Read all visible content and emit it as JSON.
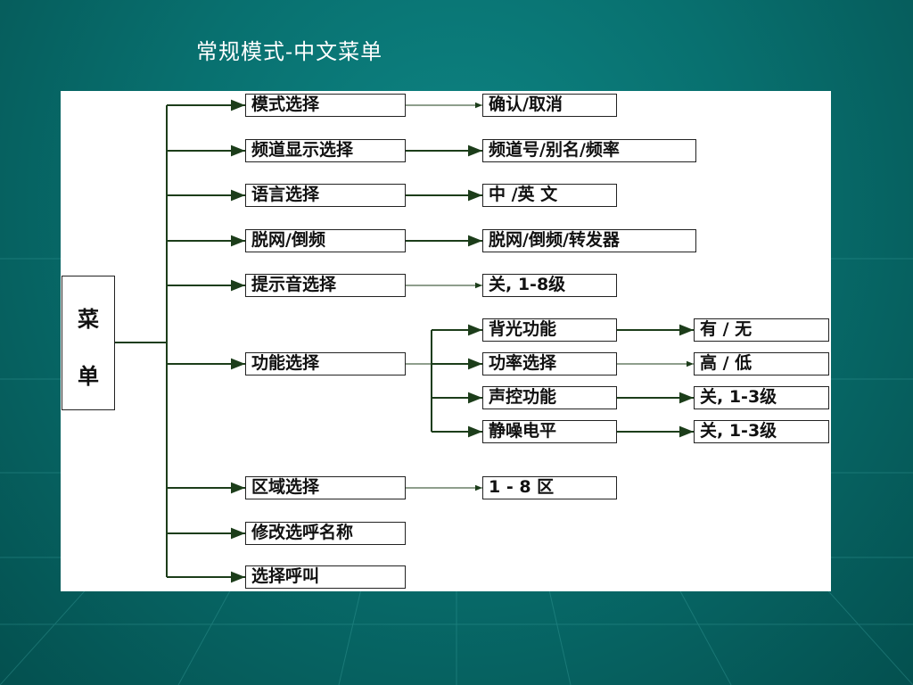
{
  "title": "常规模式-中文菜单",
  "colors": {
    "line": "#1c3d1a",
    "background": "#08706f"
  },
  "root": {
    "char1": "菜",
    "char2": "单"
  },
  "level1": [
    {
      "id": "mode",
      "label": "模式选择"
    },
    {
      "id": "channel-display",
      "label": "频道显示选择"
    },
    {
      "id": "language",
      "label": "语言选择"
    },
    {
      "id": "offline",
      "label": "脱网/倒频"
    },
    {
      "id": "prompt-tone",
      "label": "提示音选择"
    },
    {
      "id": "function",
      "label": "功能选择"
    },
    {
      "id": "zone",
      "label": "区域选择"
    },
    {
      "id": "modify-name",
      "label": "修改选呼名称"
    },
    {
      "id": "select-call",
      "label": "选择呼叫"
    }
  ],
  "level2": [
    {
      "id": "mode-opt",
      "label": "确认/取消"
    },
    {
      "id": "channel-display-opt",
      "label": "频道号/别名/频率"
    },
    {
      "id": "language-opt",
      "label": "中 /英 文"
    },
    {
      "id": "offline-opt",
      "label": "脱网/倒频/转发器"
    },
    {
      "id": "prompt-tone-opt",
      "label": "关, 1-8级"
    },
    {
      "id": "backlight",
      "label": "背光功能"
    },
    {
      "id": "power",
      "label": "功率选择"
    },
    {
      "id": "vox",
      "label": "声控功能"
    },
    {
      "id": "squelch",
      "label": "静噪电平"
    },
    {
      "id": "zone-opt",
      "label": "1 - 8 区"
    }
  ],
  "level3": [
    {
      "id": "backlight-opt",
      "label": "有 / 无"
    },
    {
      "id": "power-opt",
      "label": "高 / 低"
    },
    {
      "id": "vox-opt",
      "label": "关, 1-3级"
    },
    {
      "id": "squelch-opt",
      "label": "关, 1-3级"
    }
  ]
}
